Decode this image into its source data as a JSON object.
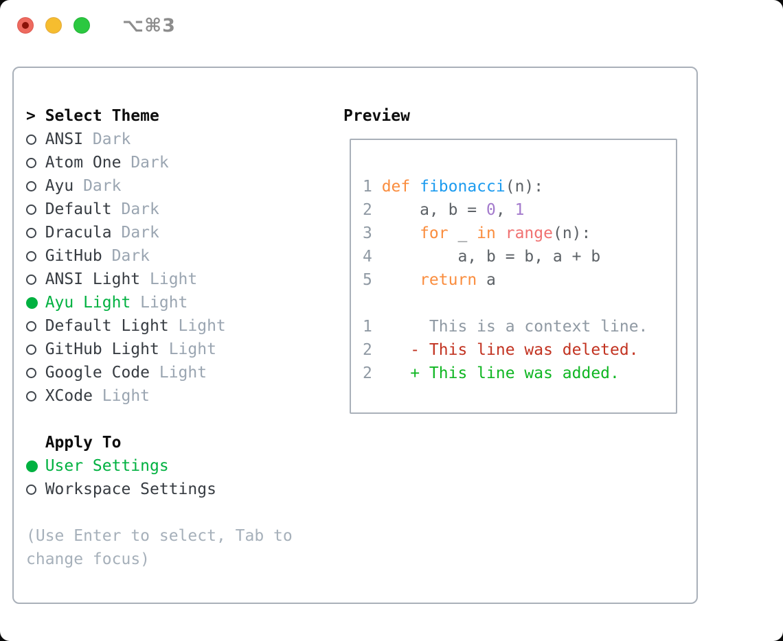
{
  "titlebar": {
    "shortcut": "⌥⌘3"
  },
  "colors": {
    "traffic_red": "#ee6a5f",
    "traffic_red_dot": "#8b1208",
    "traffic_yellow": "#f6bd2f",
    "traffic_green": "#2bc840",
    "border": "#a9b0b9",
    "heading": "#0d0d0d",
    "label": "#373c42",
    "tag": "#9aa5b1",
    "hint": "#a6b0ba",
    "selected": "#00b140",
    "kw": "#fa8d3e",
    "fn": "#1c9bef",
    "call": "#f07171",
    "num": "#a37acc",
    "plain": "#5c6166",
    "ctx": "#8f99a3",
    "del": "#c23321",
    "add": "#0fb622",
    "gutter": "#8f99a3"
  },
  "theme_panel": {
    "header_marker": ">",
    "header_label": "Select Theme",
    "themes": [
      {
        "name": "ANSI",
        "tag": "Dark",
        "selected": false
      },
      {
        "name": "Atom One",
        "tag": "Dark",
        "selected": false
      },
      {
        "name": "Ayu",
        "tag": "Dark",
        "selected": false
      },
      {
        "name": "Default",
        "tag": "Dark",
        "selected": false
      },
      {
        "name": "Dracula",
        "tag": "Dark",
        "selected": false
      },
      {
        "name": "GitHub",
        "tag": "Dark",
        "selected": false
      },
      {
        "name": "ANSI Light",
        "tag": "Light",
        "selected": false
      },
      {
        "name": "Ayu Light",
        "tag": "Light",
        "selected": true
      },
      {
        "name": "Default Light",
        "tag": "Light",
        "selected": false
      },
      {
        "name": "GitHub Light",
        "tag": "Light",
        "selected": false
      },
      {
        "name": "Google Code",
        "tag": "Light",
        "selected": false
      },
      {
        "name": "XCode",
        "tag": "Light",
        "selected": false
      }
    ],
    "apply_to_label": "Apply To",
    "apply_options": [
      {
        "name": "User Settings",
        "selected": true
      },
      {
        "name": "Workspace Settings",
        "selected": false
      }
    ],
    "hint_lines": [
      "(Use Enter to select, Tab to",
      "change focus)"
    ]
  },
  "preview": {
    "label": "Preview",
    "lines": [
      {
        "num": "1",
        "tokens": [
          {
            "t": "def",
            "c": "kw"
          },
          {
            "t": " ",
            "c": "plain"
          },
          {
            "t": "fibonacci",
            "c": "fn"
          },
          {
            "t": "(n):",
            "c": "plain"
          }
        ]
      },
      {
        "num": "2",
        "tokens": [
          {
            "t": "    a, b = ",
            "c": "plain"
          },
          {
            "t": "0",
            "c": "num"
          },
          {
            "t": ", ",
            "c": "plain"
          },
          {
            "t": "1",
            "c": "num"
          }
        ]
      },
      {
        "num": "3",
        "tokens": [
          {
            "t": "    ",
            "c": "plain"
          },
          {
            "t": "for",
            "c": "kw"
          },
          {
            "t": " _ ",
            "c": "plain"
          },
          {
            "t": "in",
            "c": "kw"
          },
          {
            "t": " ",
            "c": "plain"
          },
          {
            "t": "range",
            "c": "call"
          },
          {
            "t": "(n):",
            "c": "plain"
          }
        ]
      },
      {
        "num": "4",
        "tokens": [
          {
            "t": "        a, b = b, a + b",
            "c": "plain"
          }
        ]
      },
      {
        "num": "5",
        "tokens": [
          {
            "t": "    ",
            "c": "plain"
          },
          {
            "t": "return",
            "c": "kw"
          },
          {
            "t": " a",
            "c": "plain"
          }
        ]
      },
      {
        "num": "",
        "tokens": []
      },
      {
        "num": "1",
        "tokens": [
          {
            "t": "     This is a context line.",
            "c": "ctx"
          }
        ]
      },
      {
        "num": "2",
        "tokens": [
          {
            "t": "   - This line was deleted.",
            "c": "del"
          }
        ]
      },
      {
        "num": "2",
        "tokens": [
          {
            "t": "   + This line was added.",
            "c": "add"
          }
        ]
      }
    ]
  }
}
